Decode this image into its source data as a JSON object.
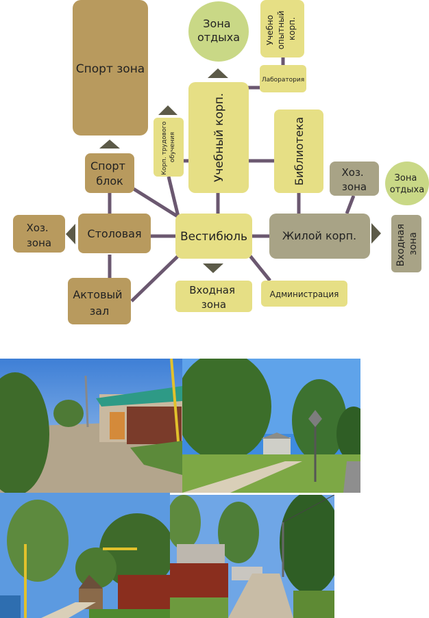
{
  "nodes": {
    "sport_zone": "Спорт зона",
    "rest_zone_top": [
      "Зона",
      "отдыха"
    ],
    "edu_exp": [
      "Учебно",
      "опытный",
      "корп."
    ],
    "lab": "Лаборатория",
    "labor": [
      "Корп. трудового",
      "обучения"
    ],
    "edu_corp": "Учебный корп.",
    "library": "Библиотека",
    "sport_block": [
      "Спорт",
      "блок"
    ],
    "utility_right": [
      "Хоз.",
      "зона"
    ],
    "rest_zone_right": [
      "Зона",
      "отдыха"
    ],
    "utility_left": [
      "Хоз.",
      "зона"
    ],
    "canteen": "Столовая",
    "lobby": "Вестибюль",
    "residential": "Жилой корп.",
    "entrance_right": [
      "Входная",
      "зона"
    ],
    "assembly": [
      "Актовый",
      "зал"
    ],
    "entrance_bottom": [
      "Входная",
      "зона"
    ],
    "administration": "Администрация"
  },
  "colors": {
    "brown": "#B89A5E",
    "tan": "#D6CB85",
    "yellow": "#E6DF85",
    "grey": "#A8A386",
    "green": "#C9D886",
    "line": "#6B5870",
    "arrow": "#5C5A48"
  }
}
